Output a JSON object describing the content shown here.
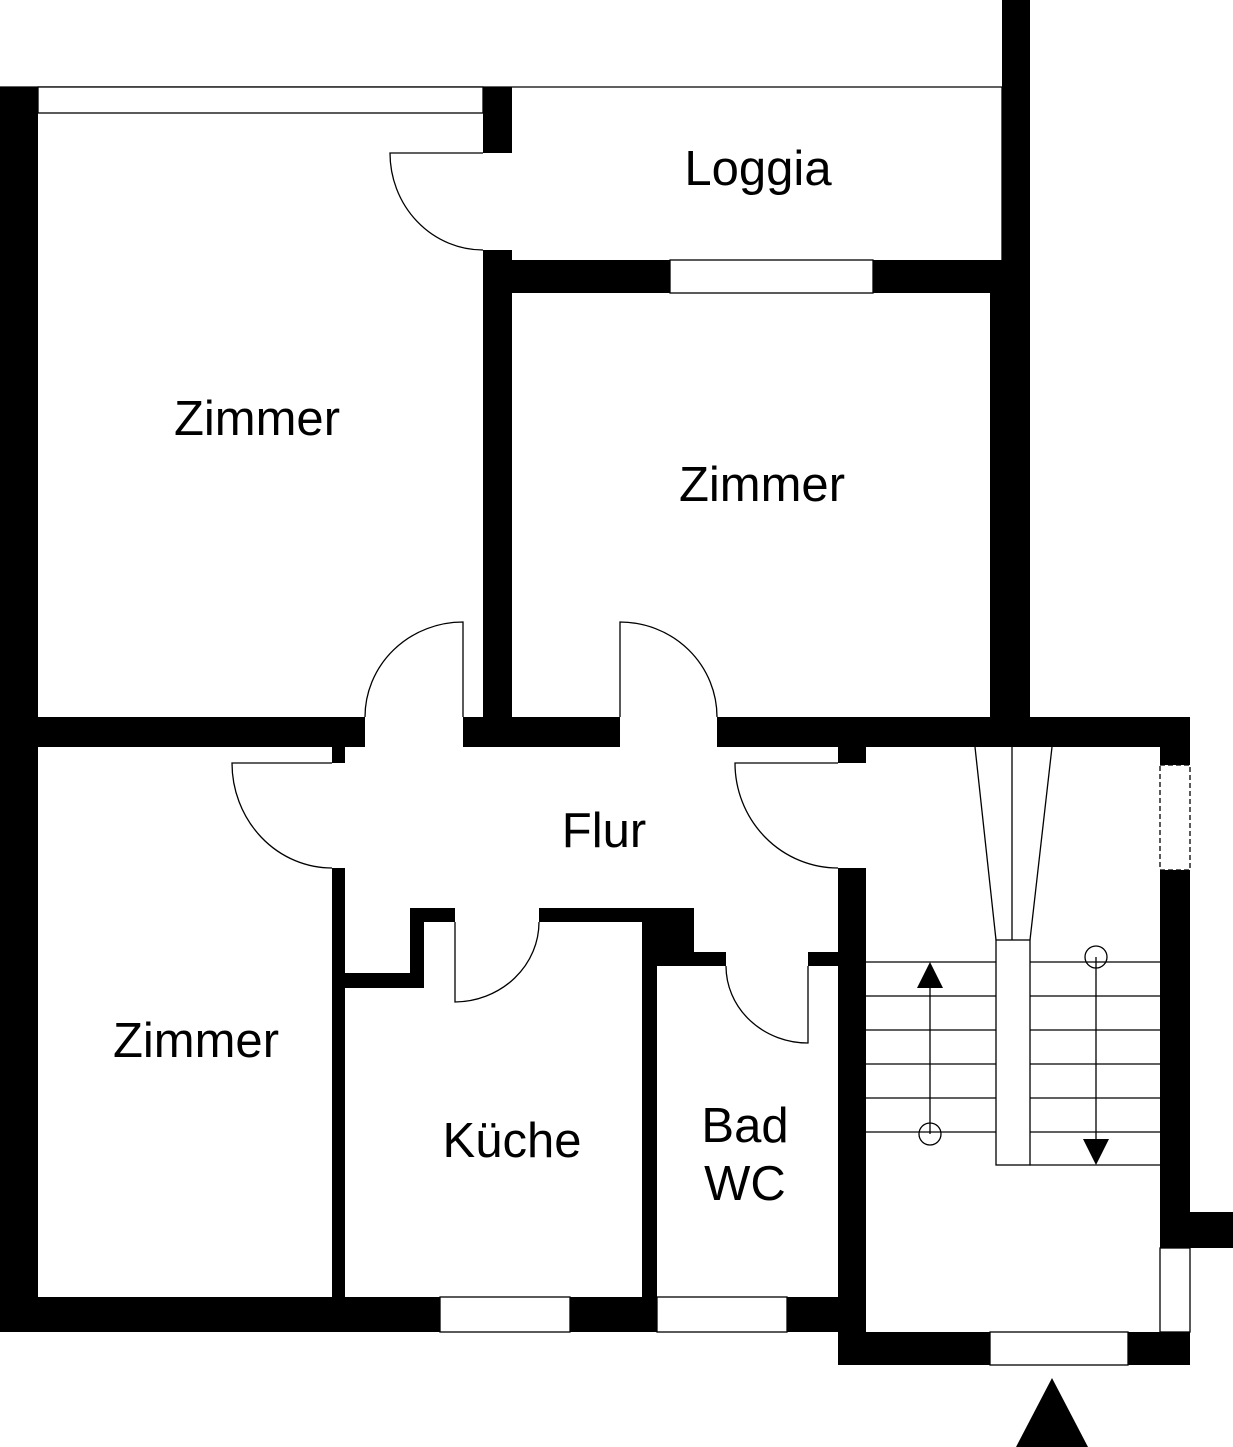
{
  "plan": {
    "colors": {
      "wall": "#000000",
      "background": "#ffffff"
    },
    "rooms": {
      "loggia": "Loggia",
      "zimmer_top_left": "Zimmer",
      "zimmer_top_right": "Zimmer",
      "flur": "Flur",
      "zimmer_bottom_left": "Zimmer",
      "kueche": "Küche",
      "bad": "Bad",
      "wc": "WC"
    }
  }
}
